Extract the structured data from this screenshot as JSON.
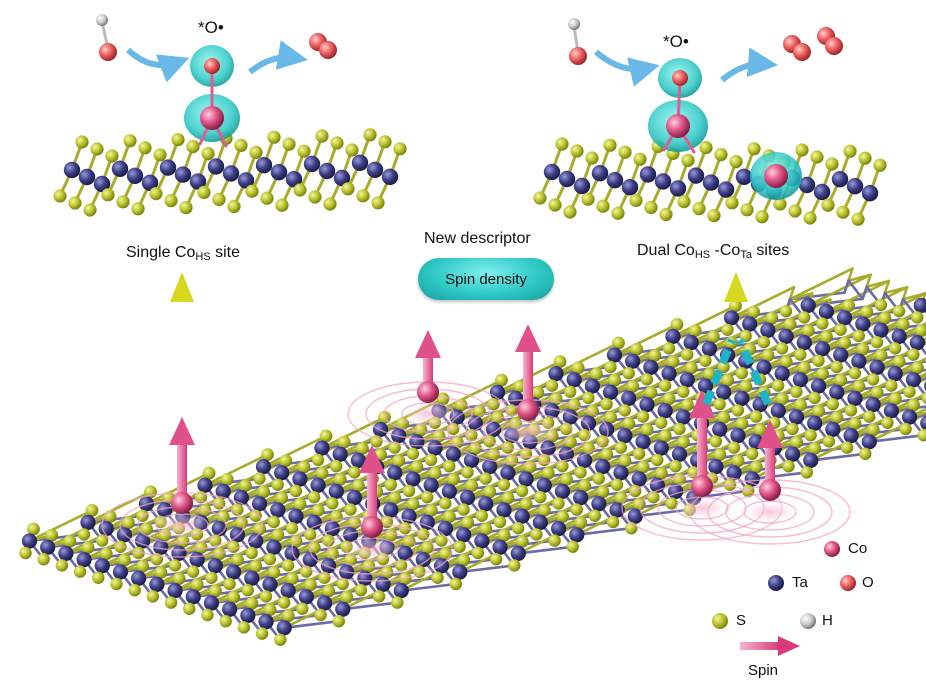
{
  "top_left_label": {
    "prefix": "Single Co",
    "sub": "HS",
    "suffix": " site"
  },
  "top_right_label": {
    "prefix": "Dual Co",
    "sub1": "HS",
    "mid": " -Co",
    "sub2": "Ta",
    "suffix": " sites"
  },
  "center": {
    "title": "New descriptor",
    "pill": "Spin density"
  },
  "radical_left": "*O•",
  "radical_right": "*O•",
  "legend": {
    "co": "Co",
    "ta": "Ta",
    "o": "O",
    "s": "S",
    "h": "H",
    "spin": "Spin"
  },
  "colors": {
    "co": "#e05a8a",
    "ta": "#3a3a7a",
    "s": "#b8c030",
    "o": "#f06060",
    "h": "#c8c8c8",
    "spin_cloud": "#2ec9c6",
    "arrow": "#e0508a",
    "path_arrow": "#6ab8e8"
  }
}
